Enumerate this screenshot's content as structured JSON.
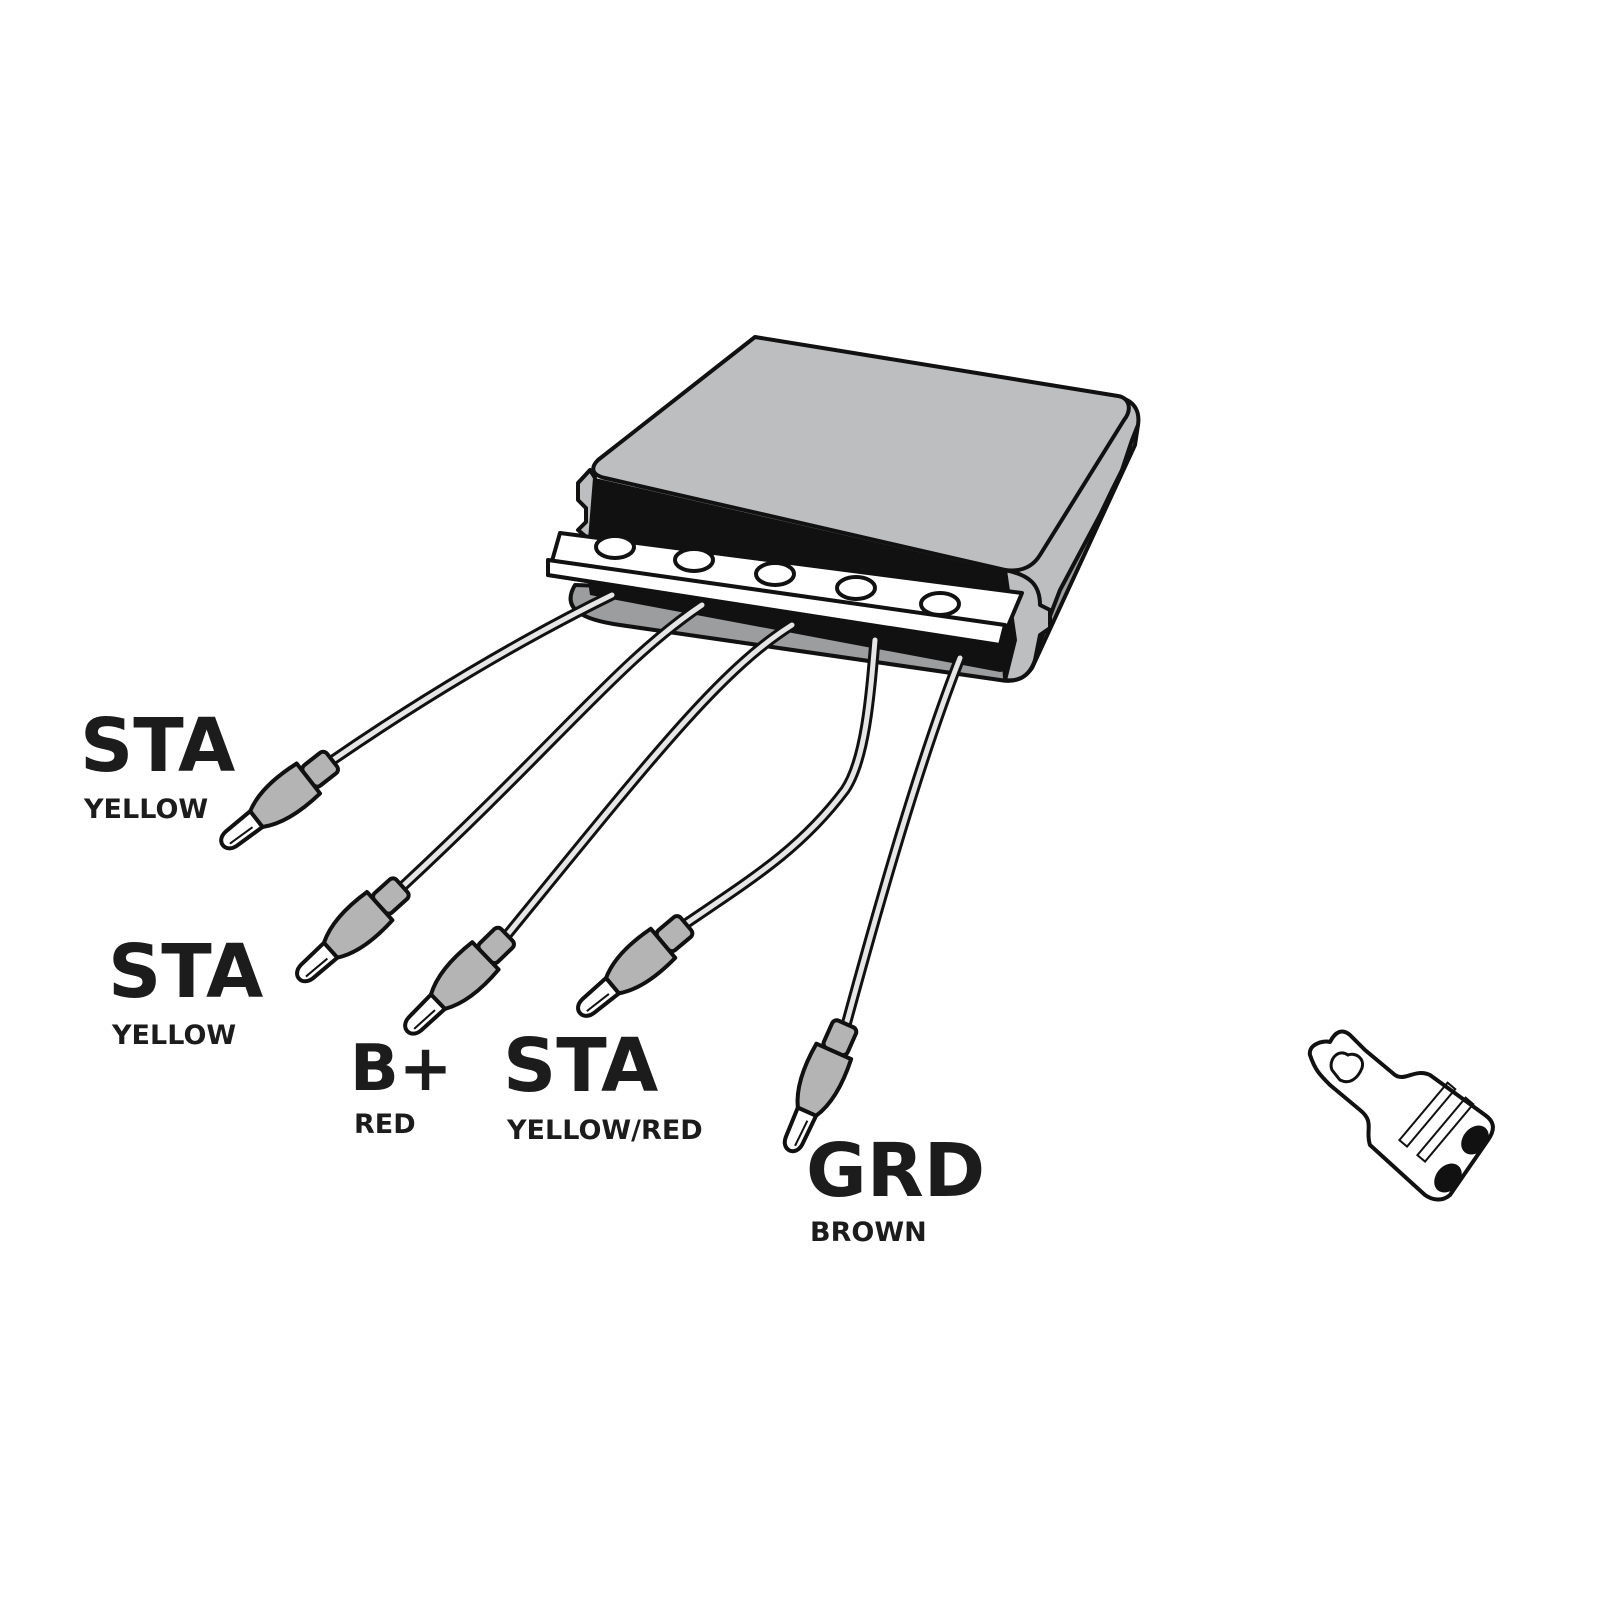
{
  "diagram": {
    "colors": {
      "housing": "#bdbec0",
      "outline": "#111111",
      "slot": "#111111",
      "wire": "#e6e6e6",
      "connector": "#b4b4b4",
      "text": "#1c1c1c"
    },
    "labels": [
      {
        "terminal": "STA",
        "wire_color": "YELLOW"
      },
      {
        "terminal": "STA",
        "wire_color": "YELLOW"
      },
      {
        "terminal": "B+",
        "wire_color": "RED"
      },
      {
        "terminal": "STA",
        "wire_color": "YELLOW/RED"
      },
      {
        "terminal": "GRD",
        "wire_color": "BROWN"
      }
    ]
  }
}
